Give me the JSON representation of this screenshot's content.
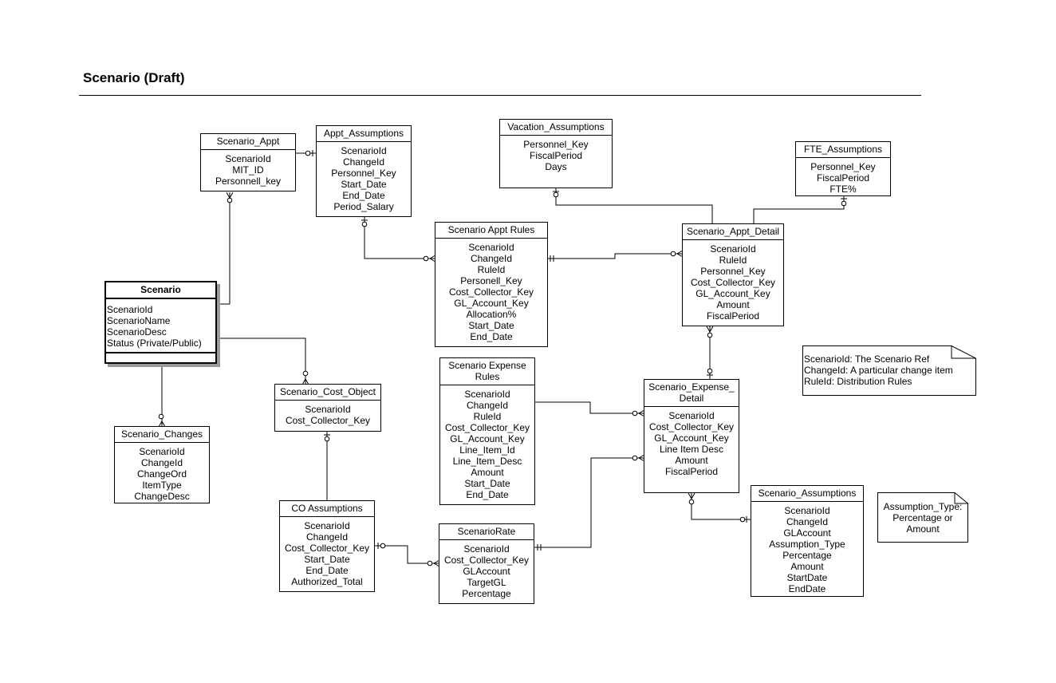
{
  "title": "Scenario (Draft)",
  "entities": {
    "scenario": {
      "name": "Scenario",
      "attributes": [
        "ScenarioId",
        "ScenarioName",
        "ScenarioDesc",
        "Status (Private/Public)"
      ]
    },
    "scenario_appt": {
      "name": "Scenario_Appt",
      "attributes": [
        "ScenarioId",
        "MIT_ID",
        "Personnell_key"
      ]
    },
    "appt_assumptions": {
      "name": "Appt_Assumptions",
      "attributes": [
        "ScenarioId",
        "ChangeId",
        "Personnel_Key",
        "Start_Date",
        "End_Date",
        "Period_Salary"
      ]
    },
    "vacation_assumptions": {
      "name": "Vacation_Assumptions",
      "attributes": [
        "Personnel_Key",
        "FiscalPeriod",
        "Days"
      ]
    },
    "fte_assumptions": {
      "name": "FTE_Assumptions",
      "attributes": [
        "Personnel_Key",
        "FiscalPeriod",
        "FTE%"
      ]
    },
    "scenario_appt_rules": {
      "name": "Scenario Appt Rules",
      "attributes": [
        "ScenarioId",
        "ChangeId",
        "RuleId",
        "Personell_Key",
        "Cost_Collector_Key",
        "GL_Account_Key",
        "Allocation%",
        "Start_Date",
        "End_Date"
      ]
    },
    "scenario_appt_detail": {
      "name": "Scenario_Appt_Detail",
      "attributes": [
        "ScenarioId",
        "RuleId",
        "Personnel_Key",
        "Cost_Collector_Key",
        "GL_Account_Key",
        "Amount",
        "FiscalPeriod"
      ]
    },
    "scenario_changes": {
      "name": "Scenario_Changes",
      "attributes": [
        "ScenarioId",
        "ChangeId",
        "ChangeOrd",
        "ItemType",
        "ChangeDesc"
      ]
    },
    "scenario_cost_object": {
      "name": "Scenario_Cost_Object",
      "attributes": [
        "ScenarioId",
        "Cost_Collector_Key"
      ]
    },
    "scenario_expense_rules": {
      "name_lines": [
        "Scenario Expense",
        "Rules"
      ],
      "attributes": [
        "ScenarioId",
        "ChangeId",
        "RuleId",
        "Cost_Collector_Key",
        "GL_Account_Key",
        "Line_Item_Id",
        "Line_Item_Desc",
        "Amount",
        "Start_Date",
        "End_Date"
      ]
    },
    "scenario_expense_detail": {
      "name_lines": [
        "Scenario_Expense_",
        "Detail"
      ],
      "attributes": [
        "ScenarioId",
        "Cost_Collector_Key",
        "GL_Account_Key",
        "Line Item Desc",
        "Amount",
        "FiscalPeriod"
      ]
    },
    "co_assumptions": {
      "name": "CO Assumptions",
      "attributes": [
        "ScenarioId",
        "ChangeId",
        "Cost_Collector_Key",
        "Start_Date",
        "End_Date",
        "Authorized_Total"
      ]
    },
    "scenario_rate": {
      "name": "ScenarioRate",
      "attributes": [
        "ScenarioId",
        "Cost_Collector_Key",
        "GLAccount",
        "TargetGL",
        "Percentage"
      ]
    },
    "scenario_assumptions": {
      "name": "Scenario_Assumptions",
      "attributes": [
        "ScenarioId",
        "ChangeId",
        "GLAccount",
        "Assumption_Type",
        "Percentage",
        "Amount",
        "StartDate",
        "EndDate"
      ]
    }
  },
  "notes": {
    "key_legend": [
      "ScenarioId: The Scenario Ref",
      "ChangeId: A particular change item",
      "RuleId: Distribution Rules"
    ],
    "assumption_type": [
      "Assumption_Type:",
      "Percentage or",
      "Amount"
    ]
  }
}
